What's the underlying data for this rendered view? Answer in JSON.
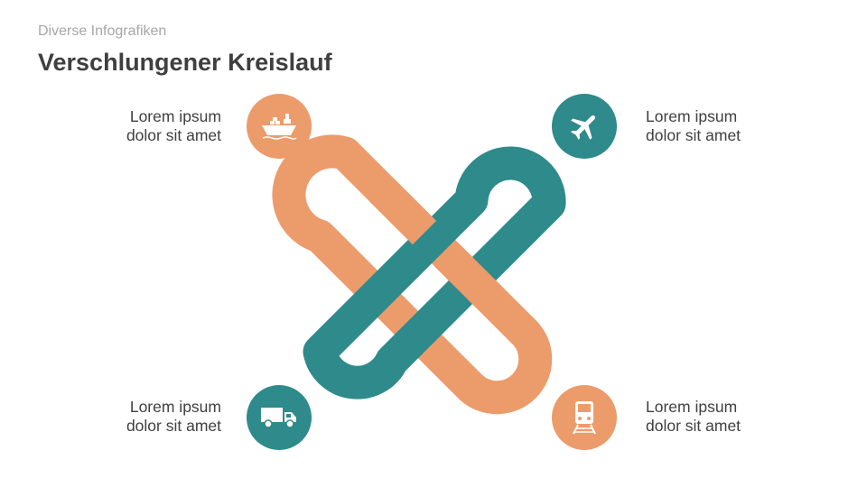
{
  "header": {
    "subtitle": "Diverse Infografiken",
    "title": "Verschlungener Kreislauf"
  },
  "colors": {
    "orange": "#EC9B6B",
    "teal": "#2E8A8B",
    "icon": "#ffffff"
  },
  "items": [
    {
      "position": "top-left",
      "line1": "Lorem ipsum",
      "line2": "dolor sit amet",
      "icon": "ship-icon",
      "color": "orange"
    },
    {
      "position": "top-right",
      "line1": "Lorem ipsum",
      "line2": "dolor sit amet",
      "icon": "airplane-icon",
      "color": "teal"
    },
    {
      "position": "bottom-left",
      "line1": "Lorem ipsum",
      "line2": "dolor sit amet",
      "icon": "truck-icon",
      "color": "teal"
    },
    {
      "position": "bottom-right",
      "line1": "Lorem ipsum",
      "line2": "dolor sit amet",
      "icon": "train-icon",
      "color": "orange"
    }
  ]
}
